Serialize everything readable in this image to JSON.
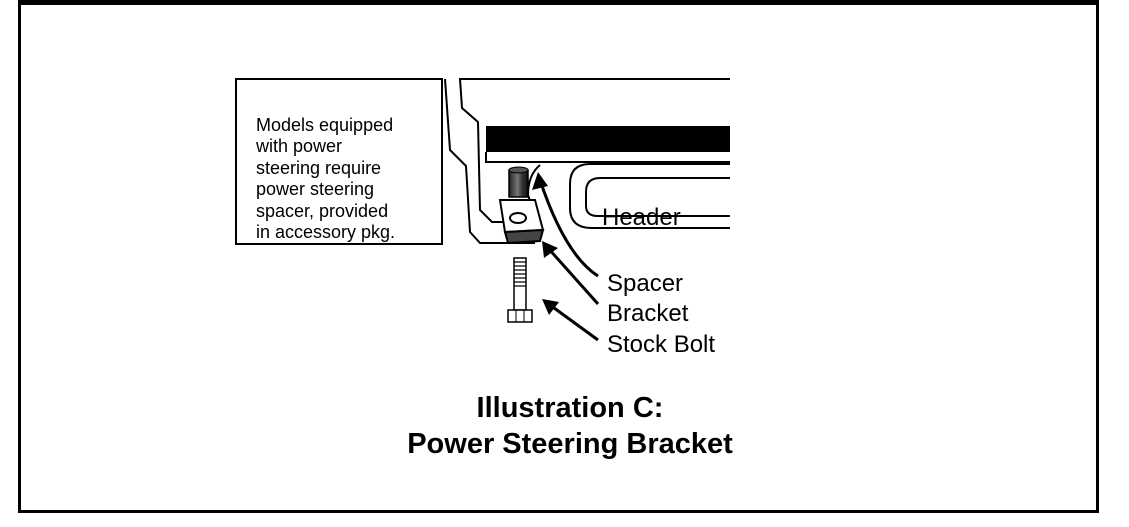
{
  "note": {
    "text": "Models equipped\nwith power\nsteering require\npower steering\nspacer, provided\nin accessory pkg."
  },
  "labels": {
    "header": "Header",
    "spacer": "Spacer",
    "bracket": "Bracket",
    "stock_bolt": "Stock Bolt"
  },
  "caption": {
    "line1": "Illustration C:",
    "line2": "Power Steering Bracket"
  }
}
